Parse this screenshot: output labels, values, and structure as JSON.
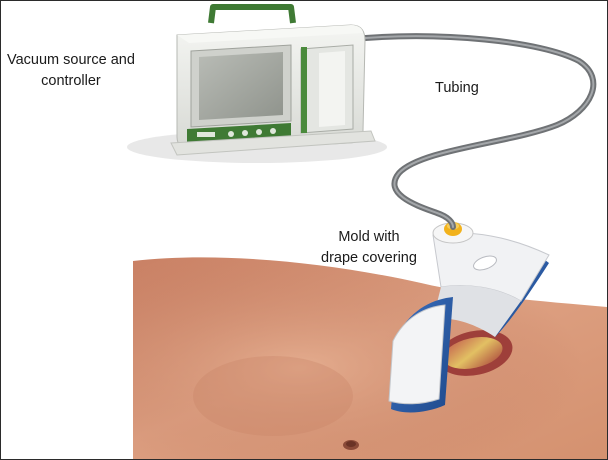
{
  "figure": {
    "labels": {
      "vacuum_line1": "Vacuum source and",
      "vacuum_line2": "controller",
      "tubing": "Tubing",
      "mold_line1": "Mold with",
      "mold_line2": "drape covering"
    },
    "components": {
      "vacuum_device": "vacuum-pump-icon",
      "tubing": "tube-icon",
      "connector": "connector-cap-icon",
      "mold": "mold-icon",
      "wound": "wound-icon",
      "navel": "navel-icon"
    },
    "colors": {
      "device_body": "#e9eae6",
      "device_accent": "#4a8a3c",
      "screen": "#a9aca6",
      "tubing": "#7a7d80",
      "connector": "#f2b21c",
      "drape_blue": "#2d5da8",
      "mold_white": "#f2f3f5",
      "skin": "#d8987a",
      "wound": "#b54a43"
    }
  }
}
